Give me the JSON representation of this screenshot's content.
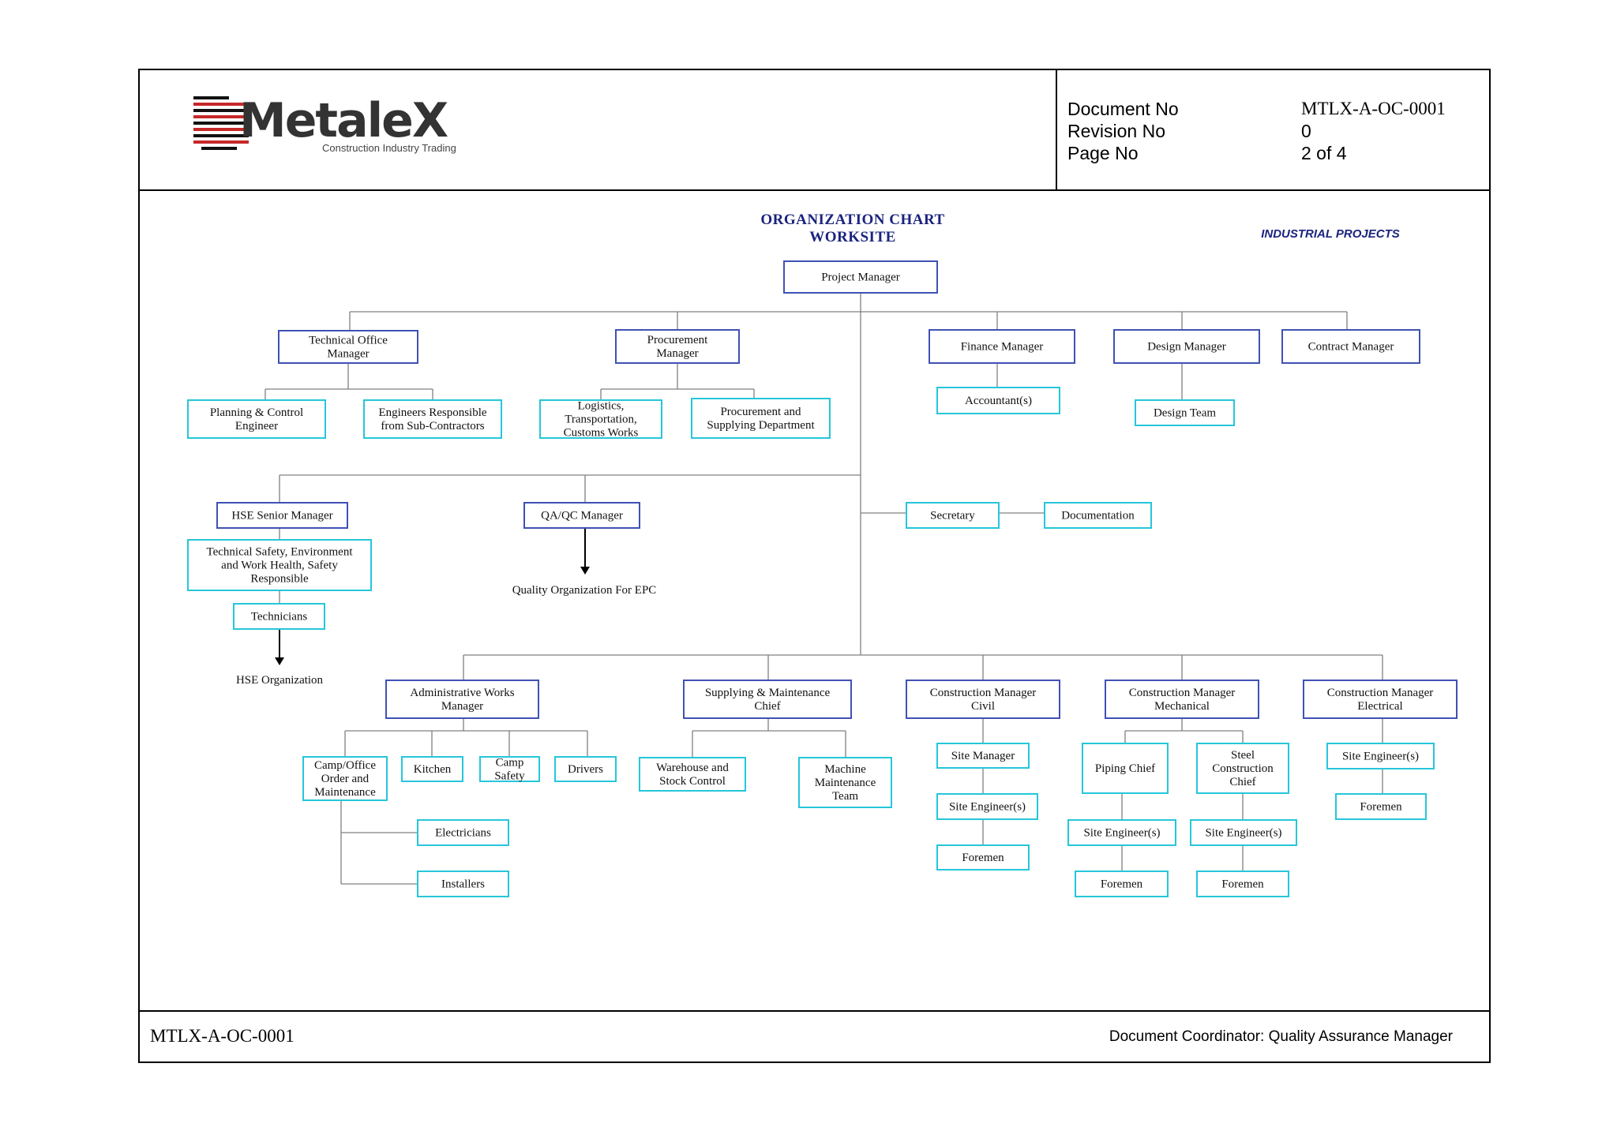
{
  "header": {
    "logo": {
      "name": "MetaleX",
      "tagline": "Construction  Industry Trading"
    },
    "document_no_label": "Document No",
    "document_no_value": "MTLX-A-OC-0001",
    "revision_no_label": "Revision No",
    "revision_no_value": "0",
    "page_no_label": "Page No",
    "page_no_value": "2 of 4"
  },
  "chart": {
    "title_line1": "ORGANIZATION CHART",
    "title_line2": "WORKSITE",
    "subtitle": "INDUSTRIAL PROJECTS",
    "colors": {
      "title": "#1a237e",
      "manager_border": "#3f51b5",
      "staff_border": "#26c6da",
      "connector": "#808080"
    },
    "nodes": {
      "pm": "Project Manager",
      "tom": [
        "Technical Office",
        "Manager"
      ],
      "proc": [
        "Procurement",
        "Manager"
      ],
      "fin": "Finance Manager",
      "des": "Design Manager",
      "con": "Contract Manager",
      "pce": [
        "Planning & Control",
        "Engineer"
      ],
      "ers": [
        "Engineers Responsible",
        "from Sub-Contractors"
      ],
      "log": [
        "Logistics,",
        "Transportation,",
        "Customs  Works"
      ],
      "psd": [
        "Procurement and",
        "Supplying Department"
      ],
      "acc": "Accountant(s)",
      "dteam": "Design Team",
      "hse": "HSE Senior Manager",
      "qa": "QA/QC Manager",
      "sec": "Secretary",
      "doc": "Documentation",
      "tse": [
        "Technical Safety, Environment",
        "and Work Health, Safety",
        "Responsible"
      ],
      "tech": "Technicians",
      "hseorg": "HSE Organization",
      "qorg": "Quality  Organization  For EPC",
      "adm": [
        "Administrative Works",
        "Manager"
      ],
      "sup": [
        "Supplying  & Maintenance",
        "Chief"
      ],
      "cmc": [
        "Construction  Manager",
        "Civil"
      ],
      "cmm": [
        "Construction  Manager",
        "Mechanical"
      ],
      "cme": [
        "Construction  Manager",
        "Electrical"
      ],
      "camp": [
        "Camp/Office",
        "Order and",
        "Maintenance"
      ],
      "kit": "Kitchen",
      "cs": [
        "Camp",
        "Safety"
      ],
      "drv": "Drivers",
      "ele": "Electricians",
      "ins": "Installers",
      "wsc": [
        "Warehouse and",
        "Stock Control"
      ],
      "mmt": [
        "Machine",
        "Maintenance",
        "Team"
      ],
      "smc": "Site Manager",
      "sec1": "Site Engineer(s)",
      "forc": "Foremen",
      "pip": "Piping Chief",
      "scc": [
        "Steel",
        "Construction",
        "Chief"
      ],
      "sep": "Site Engineer(s)",
      "ses": "Site Engineer(s)",
      "forp": "Foremen",
      "fors": "Foremen",
      "see": "Site Engineer(s)",
      "fore": "Foremen"
    }
  },
  "footer": {
    "code": "MTLX-A-OC-0001",
    "coordinator": "Document Coordinator: Quality Assurance Manager"
  }
}
